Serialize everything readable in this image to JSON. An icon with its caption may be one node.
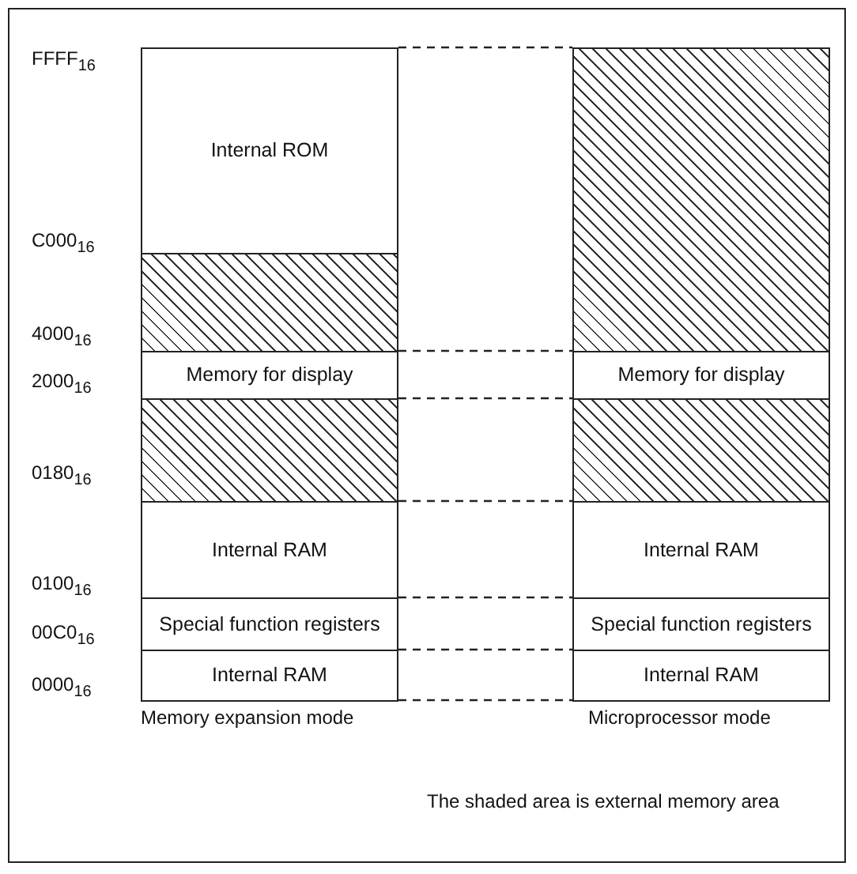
{
  "diagram": {
    "nodes": [
      {
        "text": [
          "Internal ROM"
        ]
      },
      {
        "text": [],
        "shape": "box"
      },
      {
        "text": [
          "Memory for display"
        ]
      },
      {
        "text": [],
        "shape": "box"
      },
      {
        "text": [
          "Internal RAM"
        ]
      },
      {
        "text": [
          "Special function registers"
        ]
      },
      {
        "text": [
          "Internal RAM"
        ]
      },
      {
        "text": [],
        "shape": "box"
      },
      {
        "text": [
          "Memory for display"
        ]
      },
      {
        "text": [],
        "shape": "box"
      },
      {
        "text": [
          "Internal RAM"
        ]
      },
      {
        "text": [
          "Special function registers"
        ]
      },
      {
        "text": [
          "Internal RAM"
        ]
      }
    ],
    "edges": [
      {
        "from": 0,
        "to": 7,
        "arrow": "none",
        "style": "dashed"
      },
      {
        "from": 2,
        "to": 8,
        "arrow": "none",
        "style": "dashed"
      },
      {
        "from": 2,
        "to": 8,
        "arrow": "none",
        "style": "dashed"
      },
      {
        "from": 4,
        "to": 10,
        "arrow": "none",
        "style": "dashed"
      },
      {
        "from": 5,
        "to": 11,
        "arrow": "none",
        "style": "dashed"
      },
      {
        "from": 6,
        "to": 12,
        "arrow": "none",
        "style": "dashed"
      },
      {
        "from": 6,
        "to": 12,
        "arrow": "none",
        "style": "dashed"
      }
    ],
    "labels": [
      "FFFF$_{16}$",
      "C000$_{16}$",
      "4000$_{16}$",
      "2000$_{16}$",
      "0180$_{16}$",
      "0100$_{16}$",
      "00C0$_{16}$",
      "0000$_{16}$",
      "Memory expansion mode",
      "Microprocessor mode",
      "The shaded area is external memory area"
    ]
  }
}
